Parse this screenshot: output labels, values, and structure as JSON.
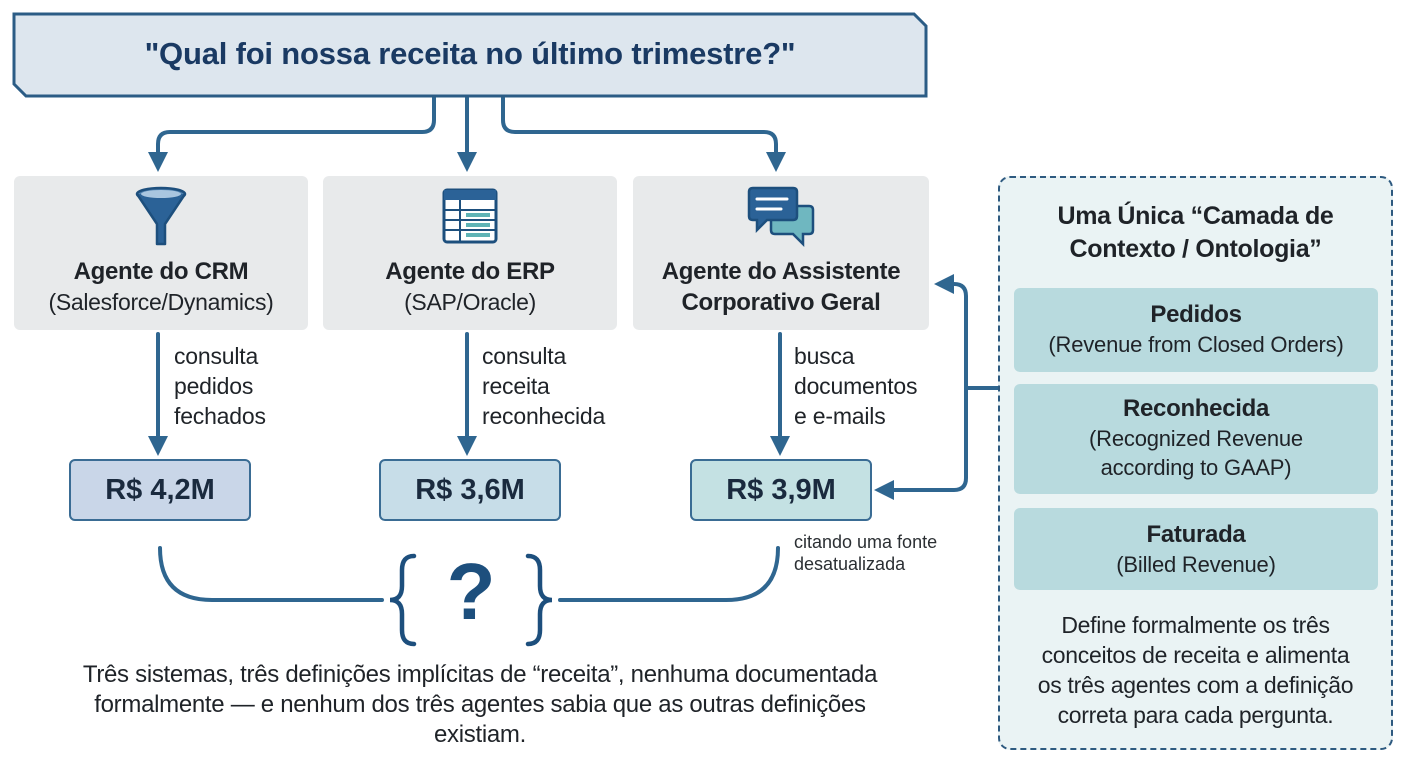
{
  "question": "\"Qual foi nossa receita no último trimestre?\"",
  "agents": [
    {
      "title": "Agente do CRM",
      "subtitle": "(Salesforce/Dynamics)",
      "icon": "funnel-icon",
      "action": "consulta\npedidos\nfechados",
      "value": "R$ 4,2M",
      "value_bg": "#c9d6e8"
    },
    {
      "title": "Agente do ERP",
      "subtitle": "(SAP/Oracle)",
      "icon": "spreadsheet-icon",
      "action": "consulta\nreceita\nreconhecida",
      "value": "R$ 3,6M",
      "value_bg": "#c7dde8"
    },
    {
      "title": "Agente do Assistente",
      "subtitle": "Corporativo Geral",
      "icon": "chat-bubbles-icon",
      "action": "busca\ndocumentos\ne e-mails",
      "value": "R$ 3,9M",
      "value_bg": "#c4e1e3"
    }
  ],
  "stale_note": "citando uma fonte\ndesatualizada",
  "question_mark": "?",
  "footer": "Três sistemas, três definições implícitas de “receita”, nenhuma documentada formalmente — e nenhum dos três agentes sabia que as outras definições existiam.",
  "ontology": {
    "title": "Uma Única “Camada de\nContexto / Ontologia”",
    "concepts": [
      {
        "name": "Pedidos",
        "desc": "(Revenue from Closed Orders)"
      },
      {
        "name": "Reconhecida",
        "desc": "(Recognized Revenue\naccording to GAAP)"
      },
      {
        "name": "Faturada",
        "desc": "(Billed Revenue)"
      }
    ],
    "description": "Define formalmente os três\nconceitos de receita e alimenta\nos três agentes com a definição\ncorreta para cada pergunta."
  },
  "colors": {
    "arrow": "#2f6690",
    "banner_fill": "#dde6ee",
    "banner_border": "#2b5c85",
    "card_bg": "#e8eaeb",
    "panel_bg": "#eaf3f4",
    "concept_bg": "#b8dade",
    "dark_blue": "#1d4f7d"
  }
}
